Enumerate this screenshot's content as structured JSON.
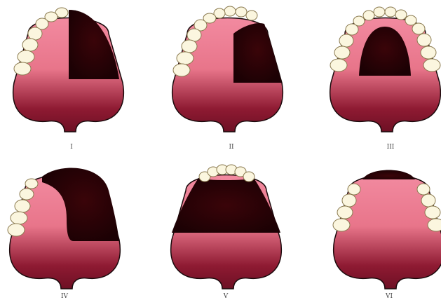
{
  "colors": {
    "palate_light": "#e8758a",
    "palate_dark": "#6e1024",
    "defect": "#2a0207",
    "tooth": "#fbf6df",
    "outline": "#1a0a0c"
  },
  "figures": [
    {
      "label": "I",
      "defect": "right-half"
    },
    {
      "label": "II",
      "defect": "right-posterior"
    },
    {
      "label": "III",
      "defect": "central"
    },
    {
      "label": "IV",
      "defect": "anterior-and-right"
    },
    {
      "label": "V",
      "defect": "posterior-bilateral"
    },
    {
      "label": "VI",
      "defect": "anterior"
    }
  ]
}
